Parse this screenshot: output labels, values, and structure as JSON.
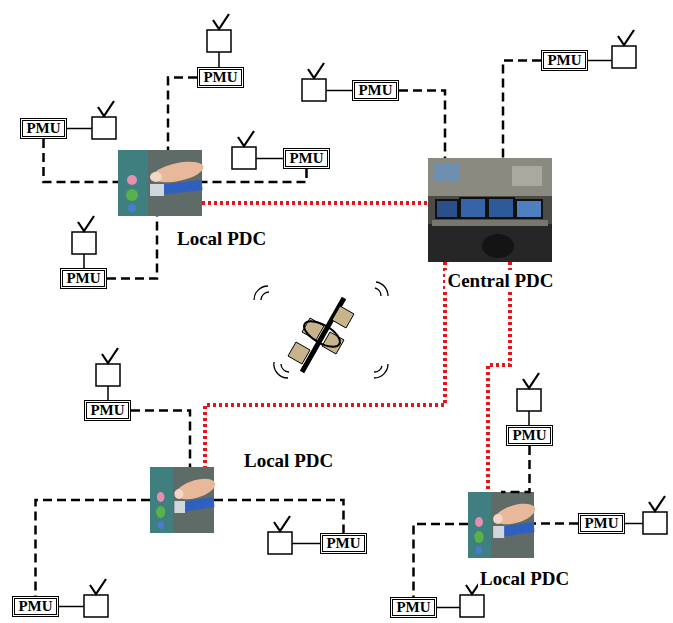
{
  "diagram": {
    "nodes": [
      {
        "text": [
          "PMU"
        ]
      },
      {
        "text": [
          "PMU"
        ]
      },
      {
        "text": [
          "PMU"
        ]
      },
      {
        "text": [
          "PMU"
        ]
      },
      {
        "text": [
          "Local PDC"
        ]
      },
      {
        "text": [
          "PMU"
        ]
      },
      {
        "text": [
          "Central PDC"
        ]
      },
      {
        "text": [
          "PMU"
        ]
      },
      {
        "text": [
          "PMU"
        ]
      },
      {
        "text": [
          "PMU"
        ]
      },
      {
        "text": [
          "Local PDC"
        ]
      },
      {
        "text": [
          "Local PDC"
        ]
      },
      {
        "text": [
          "PMU"
        ]
      },
      {
        "text": [
          "PMU"
        ]
      },
      {
        "text": [
          "PMU"
        ]
      },
      {
        "text": [
          "PMU"
        ]
      }
    ],
    "edges": [
      {
        "from": 0,
        "to": 4,
        "arrow": "none"
      },
      {
        "from": 3,
        "to": 4,
        "arrow": "none"
      },
      {
        "from": 5,
        "to": 4,
        "arrow": "none"
      },
      {
        "from": 7,
        "to": 4,
        "arrow": "none"
      },
      {
        "from": 2,
        "to": 6,
        "arrow": "none"
      },
      {
        "from": 1,
        "to": 6,
        "arrow": "none"
      },
      {
        "from": 8,
        "to": 10,
        "arrow": "none"
      },
      {
        "from": 10,
        "to": 13,
        "arrow": "none"
      },
      {
        "from": 10,
        "to": 14,
        "arrow": "none"
      },
      {
        "from": 9,
        "to": 11,
        "arrow": "none"
      },
      {
        "from": 12,
        "to": 11,
        "arrow": "none"
      },
      {
        "from": 11,
        "to": 15,
        "arrow": "none"
      },
      {
        "from": 4,
        "to": 6,
        "arrow": "none"
      },
      {
        "from": 6,
        "to": 10,
        "arrow": "none"
      },
      {
        "from": 6,
        "to": 11,
        "arrow": "none"
      }
    ]
  }
}
